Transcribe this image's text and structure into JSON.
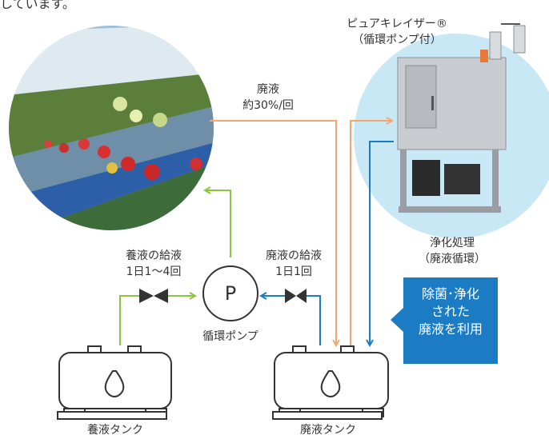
{
  "top_text": "しています。",
  "labels": {
    "purifier_name": "ピュアキレイザー®",
    "purifier_sub": "（循環ポンプ付）",
    "waste_top": "廃液",
    "waste_ratio": "約30%/回",
    "purify_process": "浄化処理",
    "purify_sub": "（廃液循環）",
    "nutrient_supply": "養液の給液",
    "nutrient_freq": "1日1～4回",
    "waste_supply": "廃液の給液",
    "waste_freq": "1日1回",
    "pump_letter": "P",
    "pump_label": "循環ポンプ",
    "nutrient_tank": "養液タンク",
    "waste_tank": "廃液タンク"
  },
  "callout": {
    "line1": "除菌･浄化",
    "line2": "された",
    "line3": "廃液を利用"
  },
  "colors": {
    "green": "#8cc63e",
    "orange": "#f5a66e",
    "blue": "#1b7cc4",
    "light_blue": "#c9e8f5",
    "dark": "#333333"
  }
}
